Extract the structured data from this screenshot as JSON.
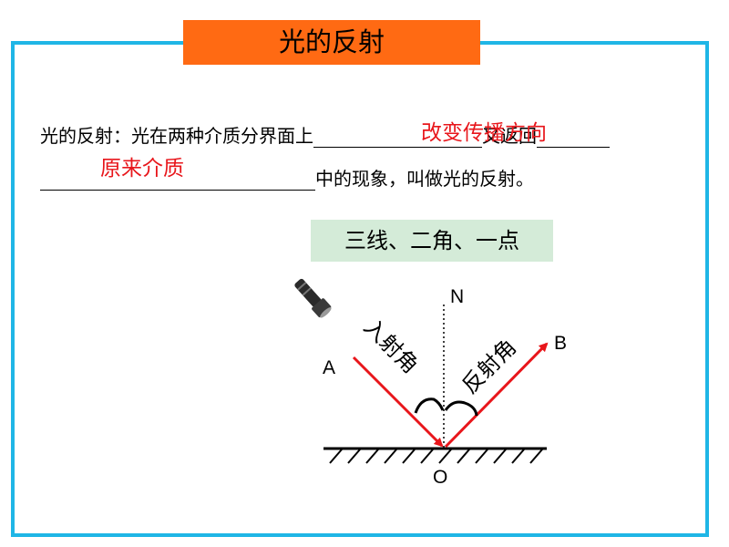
{
  "title": "光的反射",
  "definition": {
    "prefix": "光的反射：光在两种介质分界面上",
    "blank1_answer": "改变传播方向",
    "middle": "又返回",
    "blank2_answer": "原来介质",
    "suffix": "中的现象，叫做光的反射。"
  },
  "summary_tag": "三线、二角、一点",
  "diagram": {
    "normal_label": "N",
    "incident_point_label": "A",
    "reflected_point_label": "B",
    "origin_label": "O",
    "incidence_angle_label": "入射角",
    "reflection_angle_label": "反射角",
    "ray_color": "#e8161b",
    "icons": [
      "flashlight-icon"
    ]
  }
}
